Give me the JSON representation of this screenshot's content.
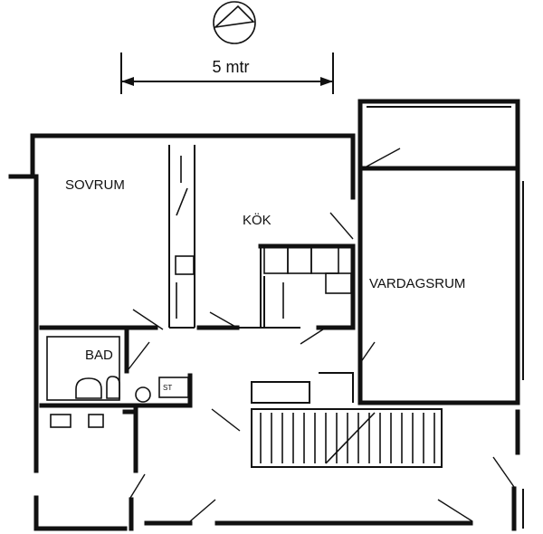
{
  "scale": {
    "label": "5 mtr"
  },
  "rooms": {
    "bedroom": "SOVRUM",
    "kitchen": "KÖK",
    "living_room": "VARDAGSRUM",
    "bathroom": "BAD"
  },
  "fixtures": {
    "storage": "ST"
  },
  "colors": {
    "ink": "#111111",
    "paper": "#ffffff"
  }
}
